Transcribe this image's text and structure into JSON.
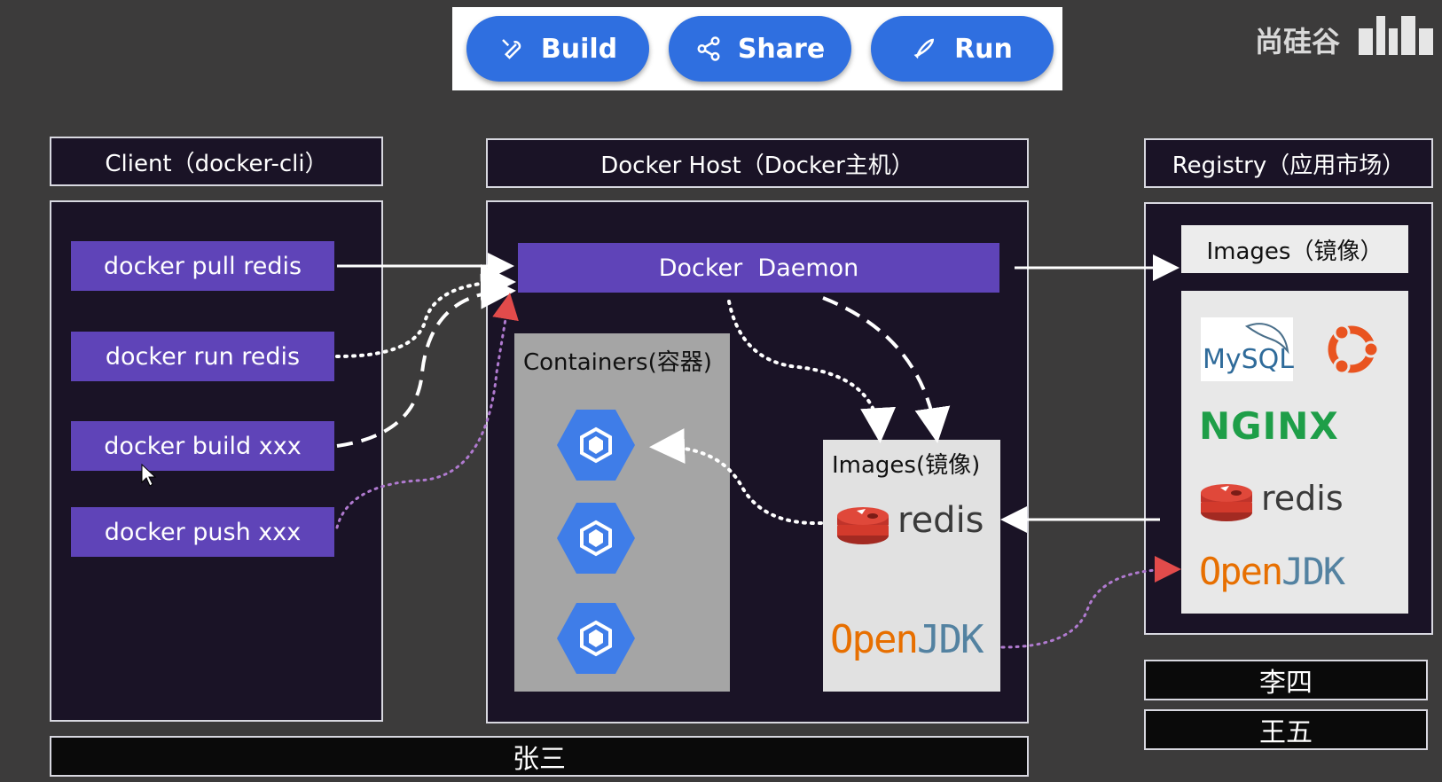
{
  "toolbar": {
    "build_label": "Build",
    "share_label": "Share",
    "run_label": "Run"
  },
  "watermark": {
    "brand_text": "尚硅谷"
  },
  "client": {
    "header": "Client（docker-cli）",
    "commands": [
      "docker pull redis",
      "docker run redis",
      "docker build xxx",
      "docker push xxx"
    ]
  },
  "host": {
    "header": "Docker Host（Docker主机）",
    "daemon": "Docker  Daemon",
    "containers_label": "Containers(容器)",
    "images_label": "Images(镜像)",
    "images": {
      "redis": "redis",
      "openjdk_open": "Open",
      "openjdk_jdk": "JDK"
    }
  },
  "registry": {
    "header": "Registry（应用市场）",
    "images_header": "Images（镜像）",
    "logos": {
      "mysql": "MySQL",
      "nginx": "NGINX",
      "redis": "redis",
      "openjdk_open": "Open",
      "openjdk_jdk": "JDK"
    }
  },
  "people": {
    "zhangsan": "张三",
    "lisi": "李四",
    "wangwu": "王五"
  },
  "colors": {
    "background": "#3c3b3b",
    "panel": "#1a1326",
    "command_purple": "#5f44b8",
    "toolbar_blue": "#2f6fe0",
    "container_hex_blue": "#3f7de8",
    "redis_red": "#d33a2c",
    "openjdk_orange": "#e76f00",
    "openjdk_blue": "#5382a1",
    "nginx_green": "#1e9e48"
  }
}
